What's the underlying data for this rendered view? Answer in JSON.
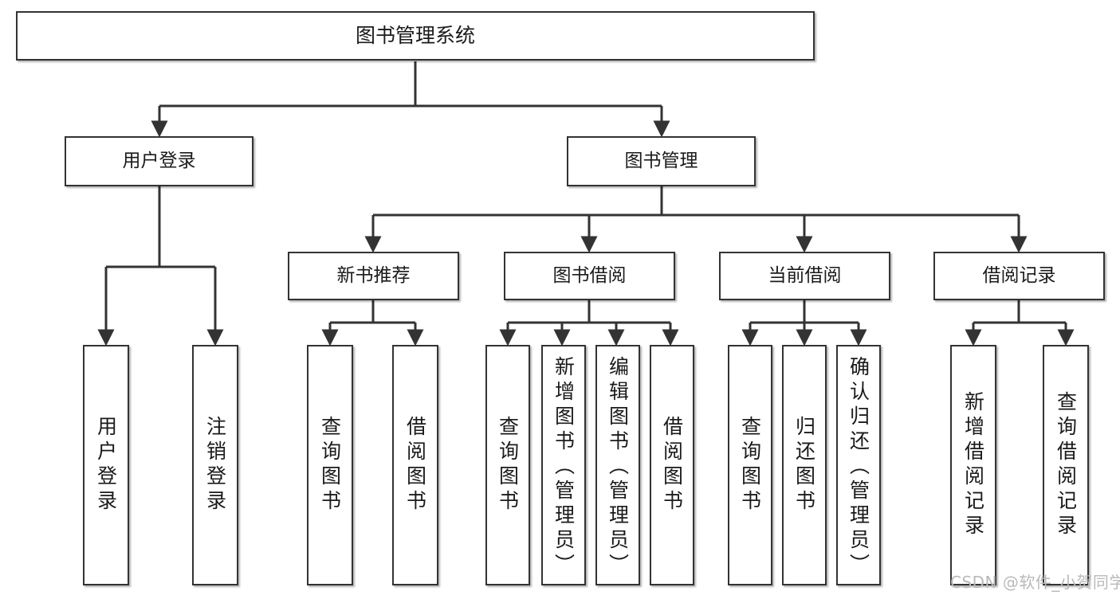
{
  "diagram": {
    "title": "图书管理系统",
    "type": "hierarchy-tree",
    "root": {
      "label": "图书管理系统"
    },
    "level1": [
      {
        "label": "用户登录"
      },
      {
        "label": "图书管理"
      }
    ],
    "level2": [
      {
        "label": "新书推荐"
      },
      {
        "label": "图书借阅"
      },
      {
        "label": "当前借阅"
      },
      {
        "label": "借阅记录"
      }
    ],
    "leaves": {
      "user_login": [
        {
          "label": "用户登录"
        },
        {
          "label": "注销登录"
        }
      ],
      "new_book_recommend": [
        {
          "label": "查询图书"
        },
        {
          "label": "借阅图书"
        }
      ],
      "book_borrow": [
        {
          "label": "查询图书"
        },
        {
          "label": "新增图书（管理员）"
        },
        {
          "label": "编辑图书（管理员）"
        },
        {
          "label": "借阅图书"
        }
      ],
      "current_borrow": [
        {
          "label": "查询图书"
        },
        {
          "label": "归还图书"
        },
        {
          "label": "确认归还（管理员）"
        }
      ],
      "borrow_record": [
        {
          "label": "新增借阅记录"
        },
        {
          "label": "查询借阅记录"
        }
      ]
    }
  },
  "watermark": {
    "text": "CSDN @软件_小贺同学"
  },
  "colors": {
    "background": "#ffffff",
    "stroke": "#333333",
    "text": "#1a1a1a",
    "watermark": "#b9b9b9"
  }
}
